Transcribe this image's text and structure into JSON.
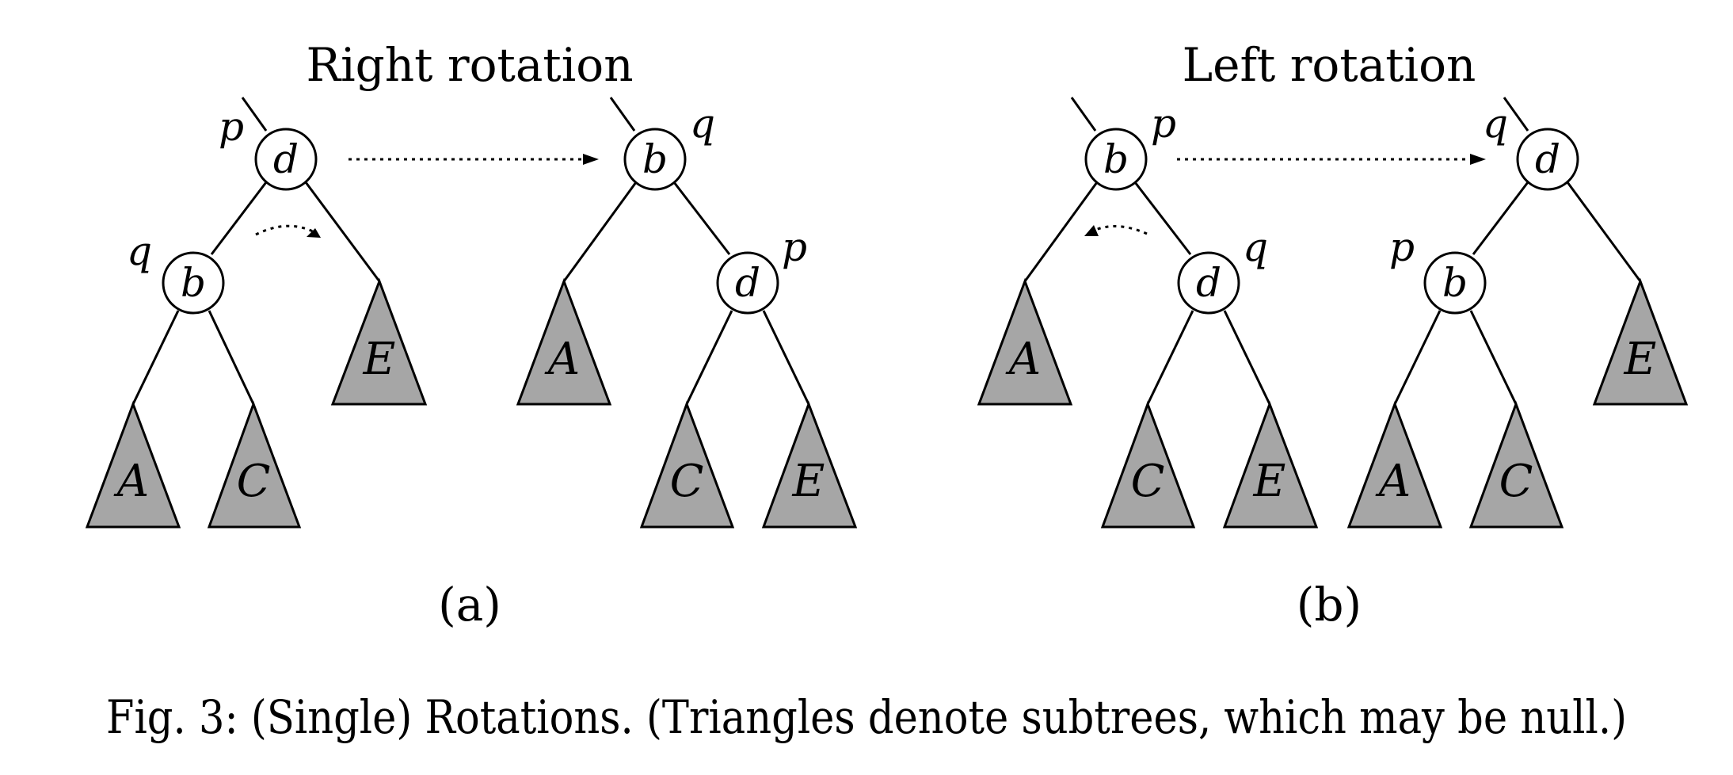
{
  "titles": {
    "right": "Right rotation",
    "left": "Left rotation"
  },
  "panels": {
    "a": "(a)",
    "b": "(b)"
  },
  "caption": "Fig. 3: (Single) Rotations. (Triangles denote subtrees, which may be null.)",
  "trees": {
    "right_before": {
      "root": {
        "label": "d",
        "pointer": "p"
      },
      "child": {
        "label": "b",
        "pointer": "q"
      },
      "subtrees": [
        "A",
        "C",
        "E"
      ]
    },
    "right_after": {
      "root": {
        "label": "b",
        "pointer": "q"
      },
      "child": {
        "label": "d",
        "pointer": "p"
      },
      "subtrees": [
        "A",
        "C",
        "E"
      ]
    },
    "left_before": {
      "root": {
        "label": "b",
        "pointer": "p"
      },
      "child": {
        "label": "d",
        "pointer": "q"
      },
      "subtrees": [
        "A",
        "C",
        "E"
      ]
    },
    "left_after": {
      "root": {
        "label": "d",
        "pointer": "q"
      },
      "child": {
        "label": "b",
        "pointer": "p"
      },
      "subtrees": [
        "A",
        "C",
        "E"
      ]
    }
  },
  "colors": {
    "subtree_fill": "#a6a6a6",
    "node_fill": "#ffffff",
    "stroke": "#000000"
  }
}
